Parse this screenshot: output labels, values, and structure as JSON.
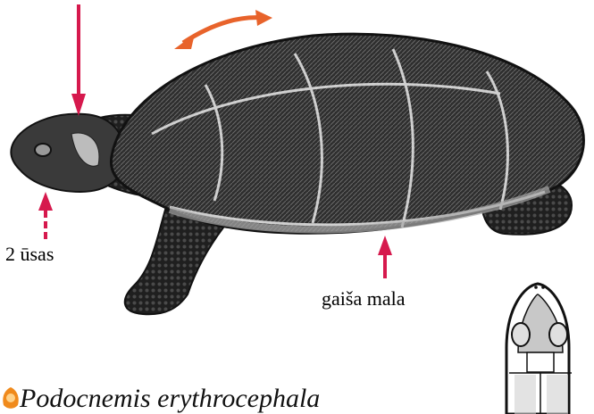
{
  "labels": {
    "whiskers": "2 ūsas",
    "light_edge": "gaiša mala"
  },
  "species_name": "Podocnemis erythrocephala",
  "colors": {
    "arrow_red": "#d6194d",
    "arrow_orange": "#e8632b",
    "shell_dark": "#2b2b2b",
    "shell_light": "#b8b8b8",
    "badge_orange": "#f08a1c"
  },
  "icons": {
    "badge": "turtle-badge-icon",
    "head_diagram": "turtle-head-topview-icon"
  }
}
